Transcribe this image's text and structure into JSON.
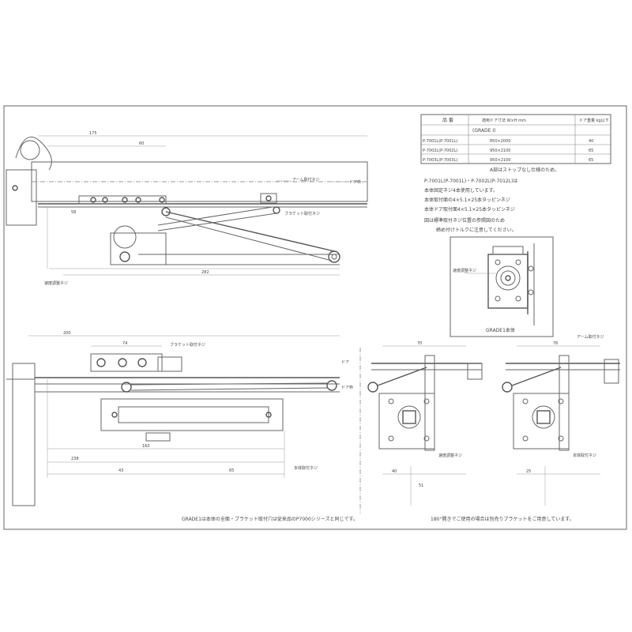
{
  "table": {
    "headers": [
      "品 番",
      "適用ドア寸法\nW×H mm",
      "ドア重量\nkg以下"
    ],
    "grade_note": "(GRADE I)",
    "rows": [
      [
        "P-7001L(P-7001L)",
        "850×2000",
        "40"
      ],
      [
        "P-7002L(P-7002L)",
        "950×2100",
        "65"
      ],
      [
        "P-7003L(P-7003L)",
        "950×2100",
        "65"
      ]
    ]
  },
  "notes": {
    "n1": "A部はストップなし仕様のため。",
    "n2": "P-7001L(P-7001L)・P-7002L(P-7012L)は",
    "n3": "本体固定ネジ4本使用しています。",
    "n4": "本体取付面の4×5.1×25本タッピンネジ",
    "n5": "本体ドア取付面4×5.1×25本タッピンネジ",
    "n6": "図は標準取付ネジ位置の参照図のため",
    "n7": "締め付けトルクに注意してください。"
  },
  "detail": {
    "caption": "GRADE1本体"
  },
  "labels": {
    "door_label": "ドア",
    "frame_label": "ドア枠",
    "arm_note": "アーム取付ネジ",
    "body_note": "本体取付ネジ",
    "speed_note": "速度調整ネジ",
    "bracket_note": "ブラケット取付ネジ"
  },
  "dimensions": {
    "d1": "175",
    "d2": "60",
    "d3": "58",
    "d4": "43",
    "d5": "282",
    "d6": "200",
    "d7": "65",
    "d8": "74",
    "d9": "238",
    "d10": "160",
    "d11": "70",
    "d12": "40",
    "d13": "51",
    "d14": "76",
    "d15": "25"
  },
  "footer": {
    "left": "GRADE1は本体の全面・ブラケット取付穴は従来品のP7000シリーズと同じです。",
    "right": "180°開きでご使用の場合は別売りブラケットをご用意しています。"
  }
}
